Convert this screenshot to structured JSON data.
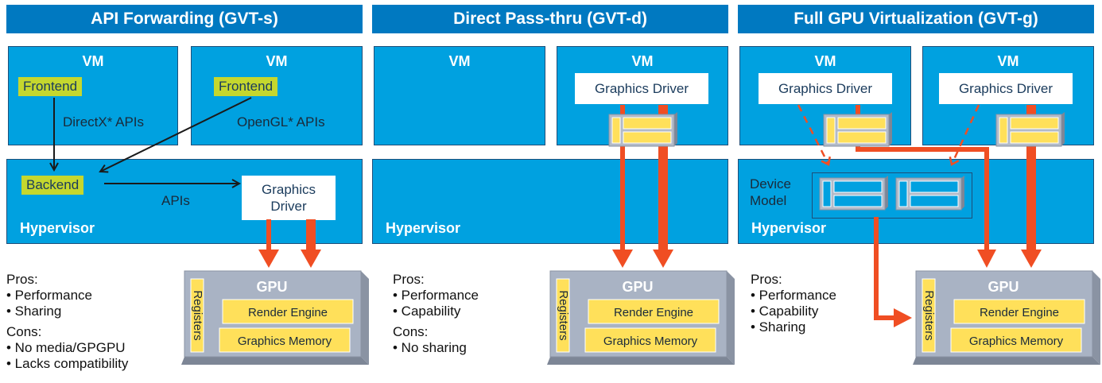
{
  "colors": {
    "header_bg": "#0079c1",
    "box_bg": "#00a1e0",
    "box_border": "#1e4e79",
    "frontend_bg": "#c5d72e",
    "arrow_orange": "#f04e23",
    "gpu_gray": "#a9b3c4",
    "gpu_yellow": "#ffe05a"
  },
  "panels": [
    {
      "title": "API Forwarding (GVT-s)",
      "vms": [
        {
          "label": "VM",
          "frontend": "Frontend",
          "api": "DirectX* APIs"
        },
        {
          "label": "VM",
          "frontend": "Frontend",
          "api": "OpenGL* APIs"
        }
      ],
      "hypervisor": {
        "label": "Hypervisor",
        "backend": "Backend",
        "apis": "APIs",
        "driver_line1": "Graphics",
        "driver_line2": "Driver"
      },
      "pros_heading": "Pros:",
      "pros": [
        "• Performance",
        "• Sharing"
      ],
      "cons_heading": "Cons:",
      "cons": [
        "• No media/GPGPU",
        "• Lacks compatibility"
      ]
    },
    {
      "title": "Direct Pass-thru (GVT-d)",
      "vms": [
        {
          "label": "VM"
        },
        {
          "label": "VM",
          "driver": "Graphics Driver"
        }
      ],
      "hypervisor": {
        "label": "Hypervisor"
      },
      "pros_heading": "Pros:",
      "pros": [
        "• Performance",
        "• Capability"
      ],
      "cons_heading": "Cons:",
      "cons": [
        "• No sharing"
      ]
    },
    {
      "title": "Full GPU Virtualization (GVT-g)",
      "vms": [
        {
          "label": "VM",
          "driver": "Graphics Driver"
        },
        {
          "label": "VM",
          "driver": "Graphics Driver"
        }
      ],
      "hypervisor": {
        "label": "Hypervisor",
        "device_model_line1": "Device",
        "device_model_line2": "Model"
      },
      "pros_heading": "Pros:",
      "pros": [
        "• Performance",
        "• Capability",
        "• Sharing"
      ]
    }
  ],
  "gpu": {
    "label": "GPU",
    "registers": "Registers",
    "render_engine": "Render Engine",
    "graphics_memory": "Graphics Memory"
  }
}
